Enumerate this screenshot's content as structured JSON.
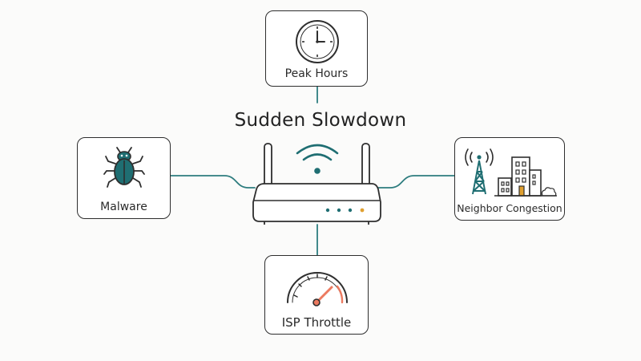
{
  "diagram": {
    "title": "Sudden Slowdown",
    "center": {
      "icon": "wifi-router-icon"
    },
    "nodes": [
      {
        "id": "peak-hours",
        "label": "Peak Hours",
        "icon": "clock-icon"
      },
      {
        "id": "malware",
        "label": "Malware",
        "icon": "bug-icon"
      },
      {
        "id": "neighbor-congestion",
        "label": "Neighbor Congestion",
        "icon": "cell-tower-city-icon"
      },
      {
        "id": "isp-throttle",
        "label": "ISP Throttle",
        "icon": "speedometer-icon"
      }
    ],
    "colors": {
      "line": "#2e7d7f",
      "accent": "#1f6e72",
      "warning": "#e0a030",
      "needle": "#ec7a60",
      "outline": "#2e2e2e"
    }
  }
}
